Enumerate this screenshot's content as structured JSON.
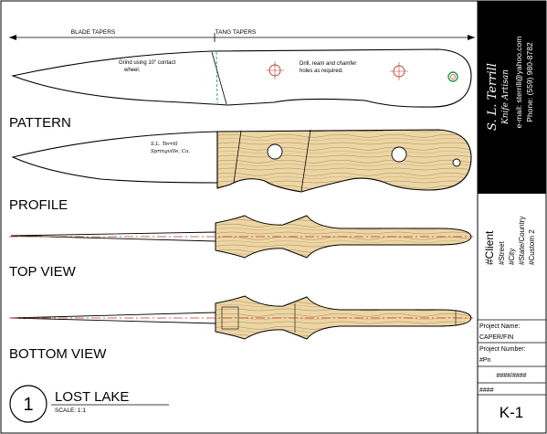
{
  "dimensions": {
    "blade_tapers": "BLADE TAPERS",
    "tang_tapers": "TANG TAPERS"
  },
  "notes": {
    "grind_line1": "Grind using 10\" contact",
    "grind_line2": "wheel.",
    "drill_line1": "Drill, ream and chamfer",
    "drill_line2": "holes as required."
  },
  "maker_mark": {
    "line1": "S.L. Terrill",
    "line2": "Springville, Ca."
  },
  "views": {
    "pattern": "PATTERN",
    "profile": "PROFILE",
    "top": "TOP VIEW",
    "bottom": "BOTTOM VIEW"
  },
  "title_block": {
    "number": "1",
    "title": "LOST LAKE",
    "scale": "SCALE: 1:1",
    "signature_line1": "S. L. Terrill",
    "signature_line2": "Knife Artisan",
    "email": "e-mail: sterrill@yahoo.com",
    "phone": "Phone: (559) 980-8782",
    "client": "#Client",
    "street": "#Street",
    "city": "#City",
    "state_country": "#State/Country",
    "custom2": "#Custom 2",
    "project_name_label": "Project Name:",
    "project_name": "CAPER/FIN",
    "project_number_label": "Project Number:",
    "project_number": "#Pn",
    "date": "####/####",
    "rev": "####",
    "sheet": "K-1"
  },
  "colors": {
    "wood": "#ecd6a6",
    "grain": "#b08a52",
    "centerline": "#c0392b",
    "guide": "#28a89a",
    "mark_green": "#1e9b3a",
    "title_fill": "#000000"
  }
}
